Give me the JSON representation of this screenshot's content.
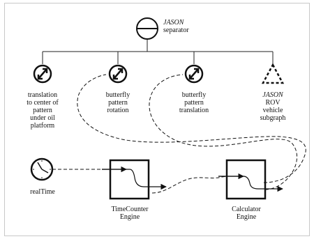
{
  "nodes": {
    "separator": {
      "title": "JASON",
      "subtitle": "separator"
    },
    "translation_center": {
      "lines": [
        "translation",
        "to center of",
        "pattern",
        "under oil",
        "platform"
      ]
    },
    "butterfly_rotation": {
      "lines": [
        "butterfly",
        "pattern",
        "rotation"
      ]
    },
    "butterfly_translation": {
      "lines": [
        "butterfly",
        "pattern",
        "translation"
      ]
    },
    "rov_subgraph": {
      "title": "JASON",
      "lines": [
        "ROV",
        "vehicle",
        "subgraph"
      ]
    },
    "realtime": {
      "label": "realTime"
    },
    "timecounter": {
      "lines": [
        "TimeCounter",
        "Engine"
      ]
    },
    "calculator": {
      "lines": [
        "Calculator",
        "Engine"
      ]
    }
  },
  "icons": {
    "separator": "separator-icon",
    "transform": "transform-node-icon",
    "subgraph": "triangle-subgraph-icon",
    "clock": "clock-icon",
    "engine": "engine-box-icon"
  },
  "colors": {
    "line": "#222222",
    "frame": "#c8c8c8"
  }
}
